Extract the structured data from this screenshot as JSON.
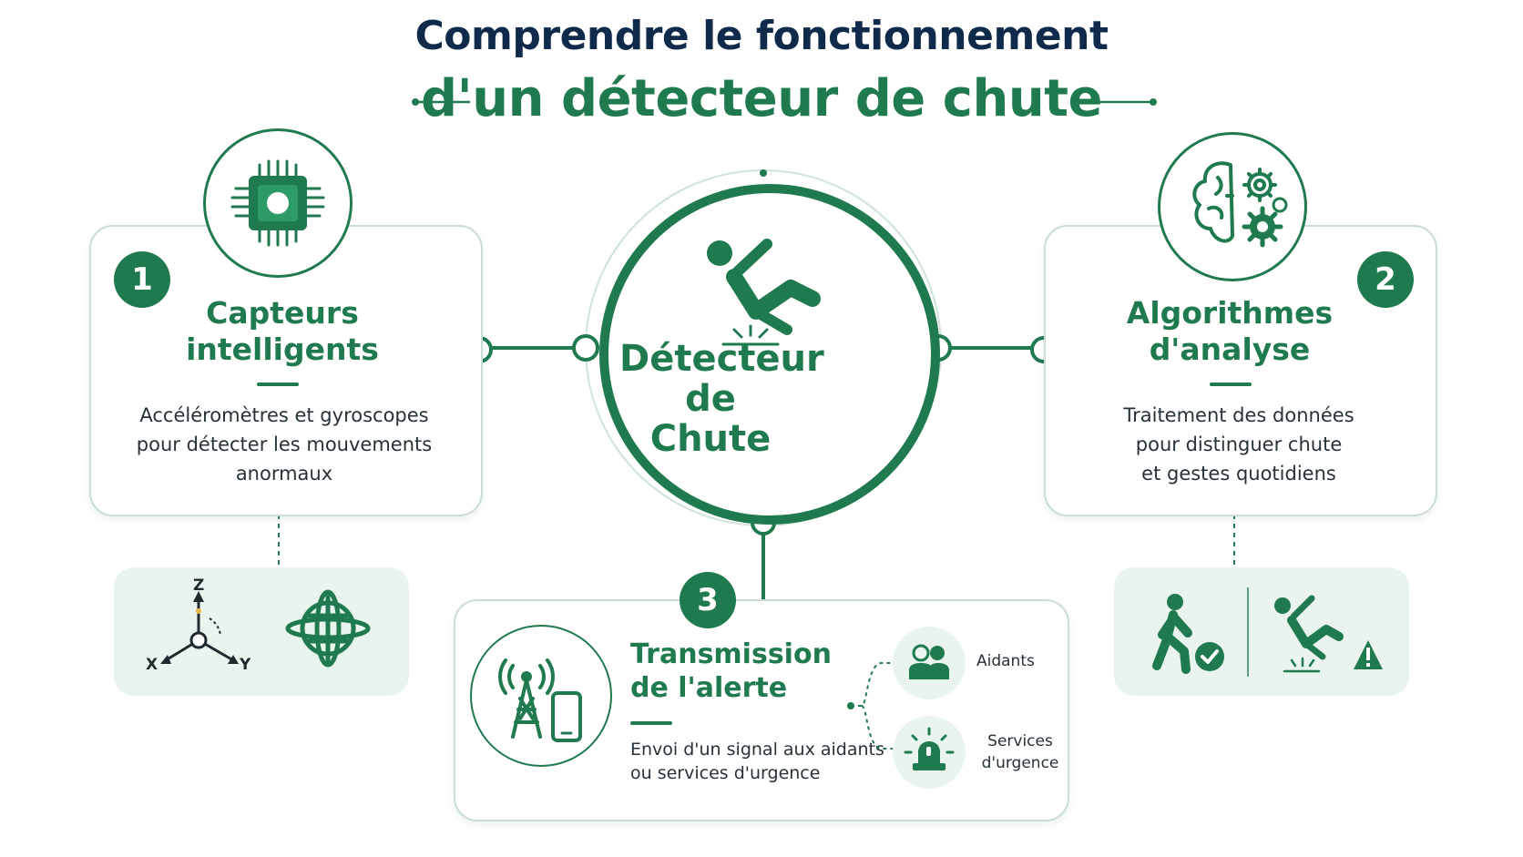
{
  "title": {
    "line1": "Comprendre le fonctionnement",
    "line2": "d'un détecteur de chute"
  },
  "center": {
    "title_line1": "Détecteur",
    "title_line2": "de Chute",
    "icon": "falling-person-icon"
  },
  "steps": [
    {
      "number": "1",
      "title_line1": "Capteurs",
      "title_line2": "intelligents",
      "desc_lines": [
        "Accéléromètres et gyroscopes",
        "pour détecter les mouvements",
        "anormaux"
      ],
      "icon": "microchip-icon"
    },
    {
      "number": "2",
      "title_line1": "Algorithmes",
      "title_line2": "d'analyse",
      "desc_lines": [
        "Traitement des données",
        "pour distinguer chute",
        "et gestes quotidiens"
      ],
      "icon": "brain-gears-icon"
    },
    {
      "number": "3",
      "title_line1": "Transmission",
      "title_line2": "de l'alerte",
      "desc_lines": [
        "Envoi d'un signal aux aidants",
        "ou services d'urgence"
      ],
      "icon": "antenna-phone-icon"
    }
  ],
  "sensor_axes": {
    "z": "Z",
    "x": "X",
    "y": "Y"
  },
  "recipients": [
    {
      "label_lines": [
        "Aidants"
      ],
      "icon": "people-icon"
    },
    {
      "label_lines": [
        "Services",
        "d'urgence"
      ],
      "icon": "siren-icon"
    }
  ],
  "analysis_examples": [
    {
      "icon": "walking-person-check-icon"
    },
    {
      "icon": "falling-person-warning-icon"
    }
  ],
  "colors": {
    "primary_green": "#1f7a4f",
    "title_navy": "#0f2a4a",
    "panel_bg": "#eaf4ee",
    "card_border": "#c9ddd3"
  }
}
